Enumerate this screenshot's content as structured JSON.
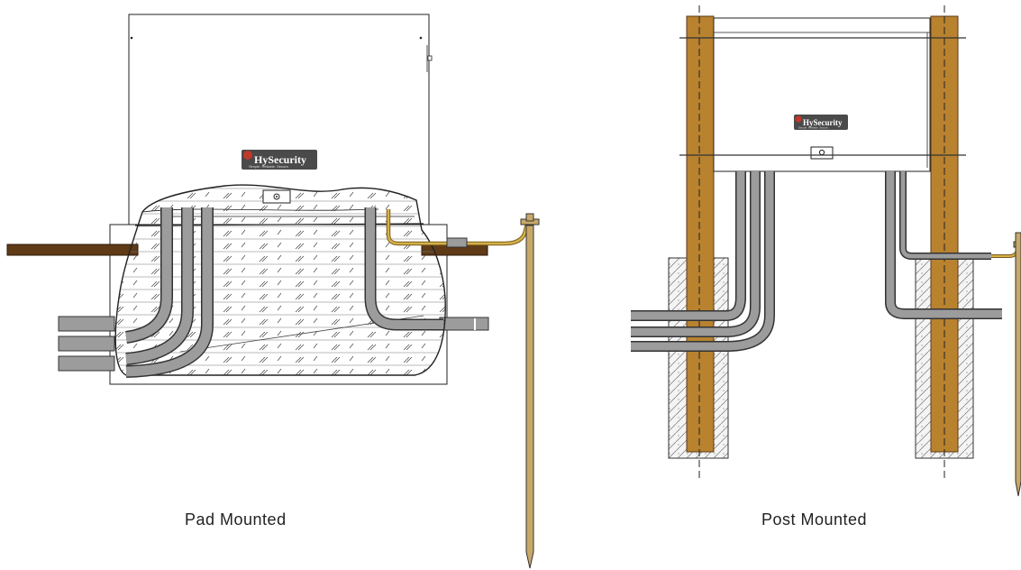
{
  "pad_figure": {
    "caption": "Pad Mounted",
    "logo_brand": "HySecurity",
    "logo_tagline": "Simple. Reliable. Secure."
  },
  "post_figure": {
    "caption": "Post Mounted",
    "logo_brand": "HySecurity",
    "logo_tagline": "Simple. Reliable. Secure."
  },
  "colors": {
    "wood": "#b8822f",
    "wood_dark": "#5e3a17",
    "conduit": "#9c9c9c",
    "copper": "#c8a86a",
    "outline": "#222222"
  }
}
